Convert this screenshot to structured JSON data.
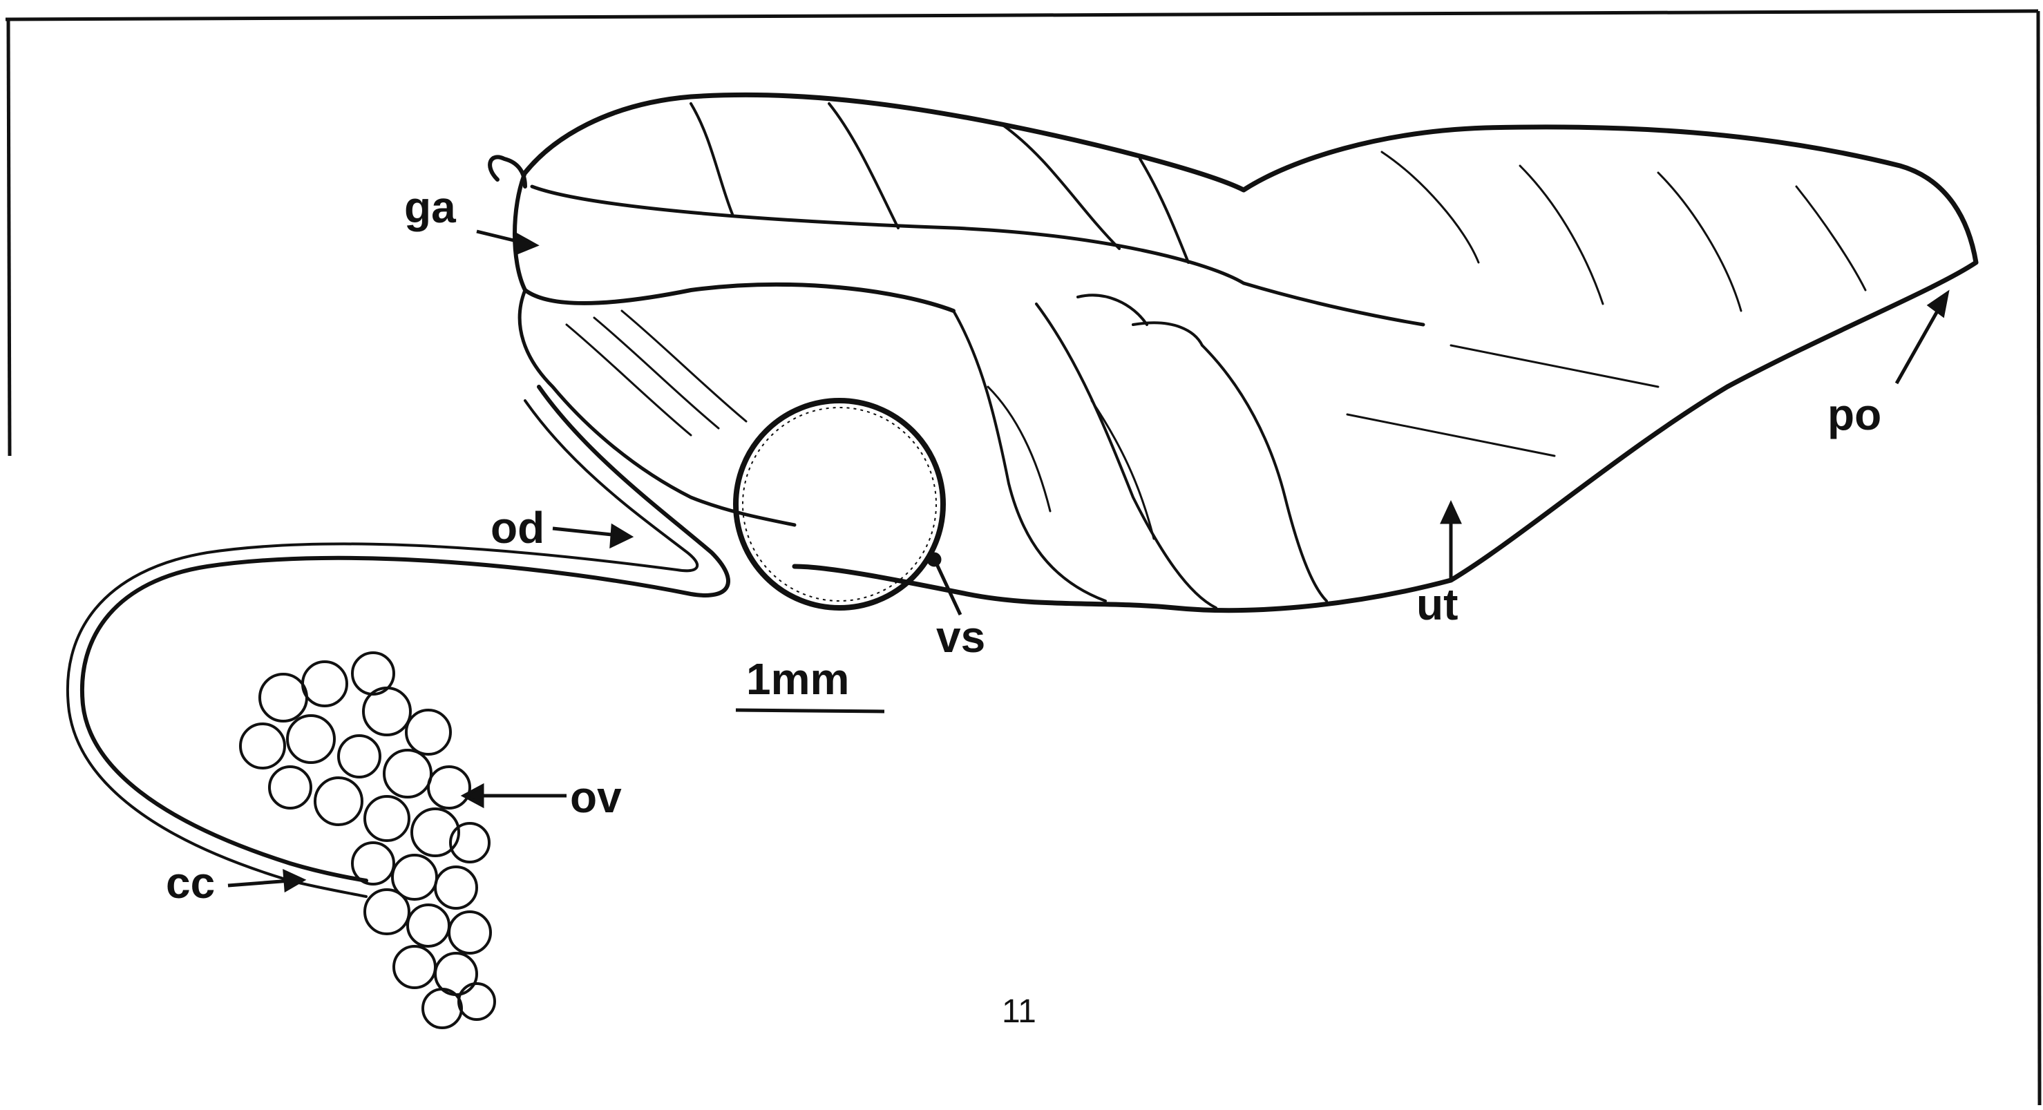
{
  "figure": {
    "labels": {
      "ga": "ga",
      "od": "od",
      "vs": "vs",
      "ut": "ut",
      "po": "po",
      "ov": "ov",
      "cc": "cc"
    },
    "scale_bar": "1mm",
    "figure_number": "11"
  },
  "colors": {
    "ink": "#111111",
    "paper": "#ffffff"
  }
}
